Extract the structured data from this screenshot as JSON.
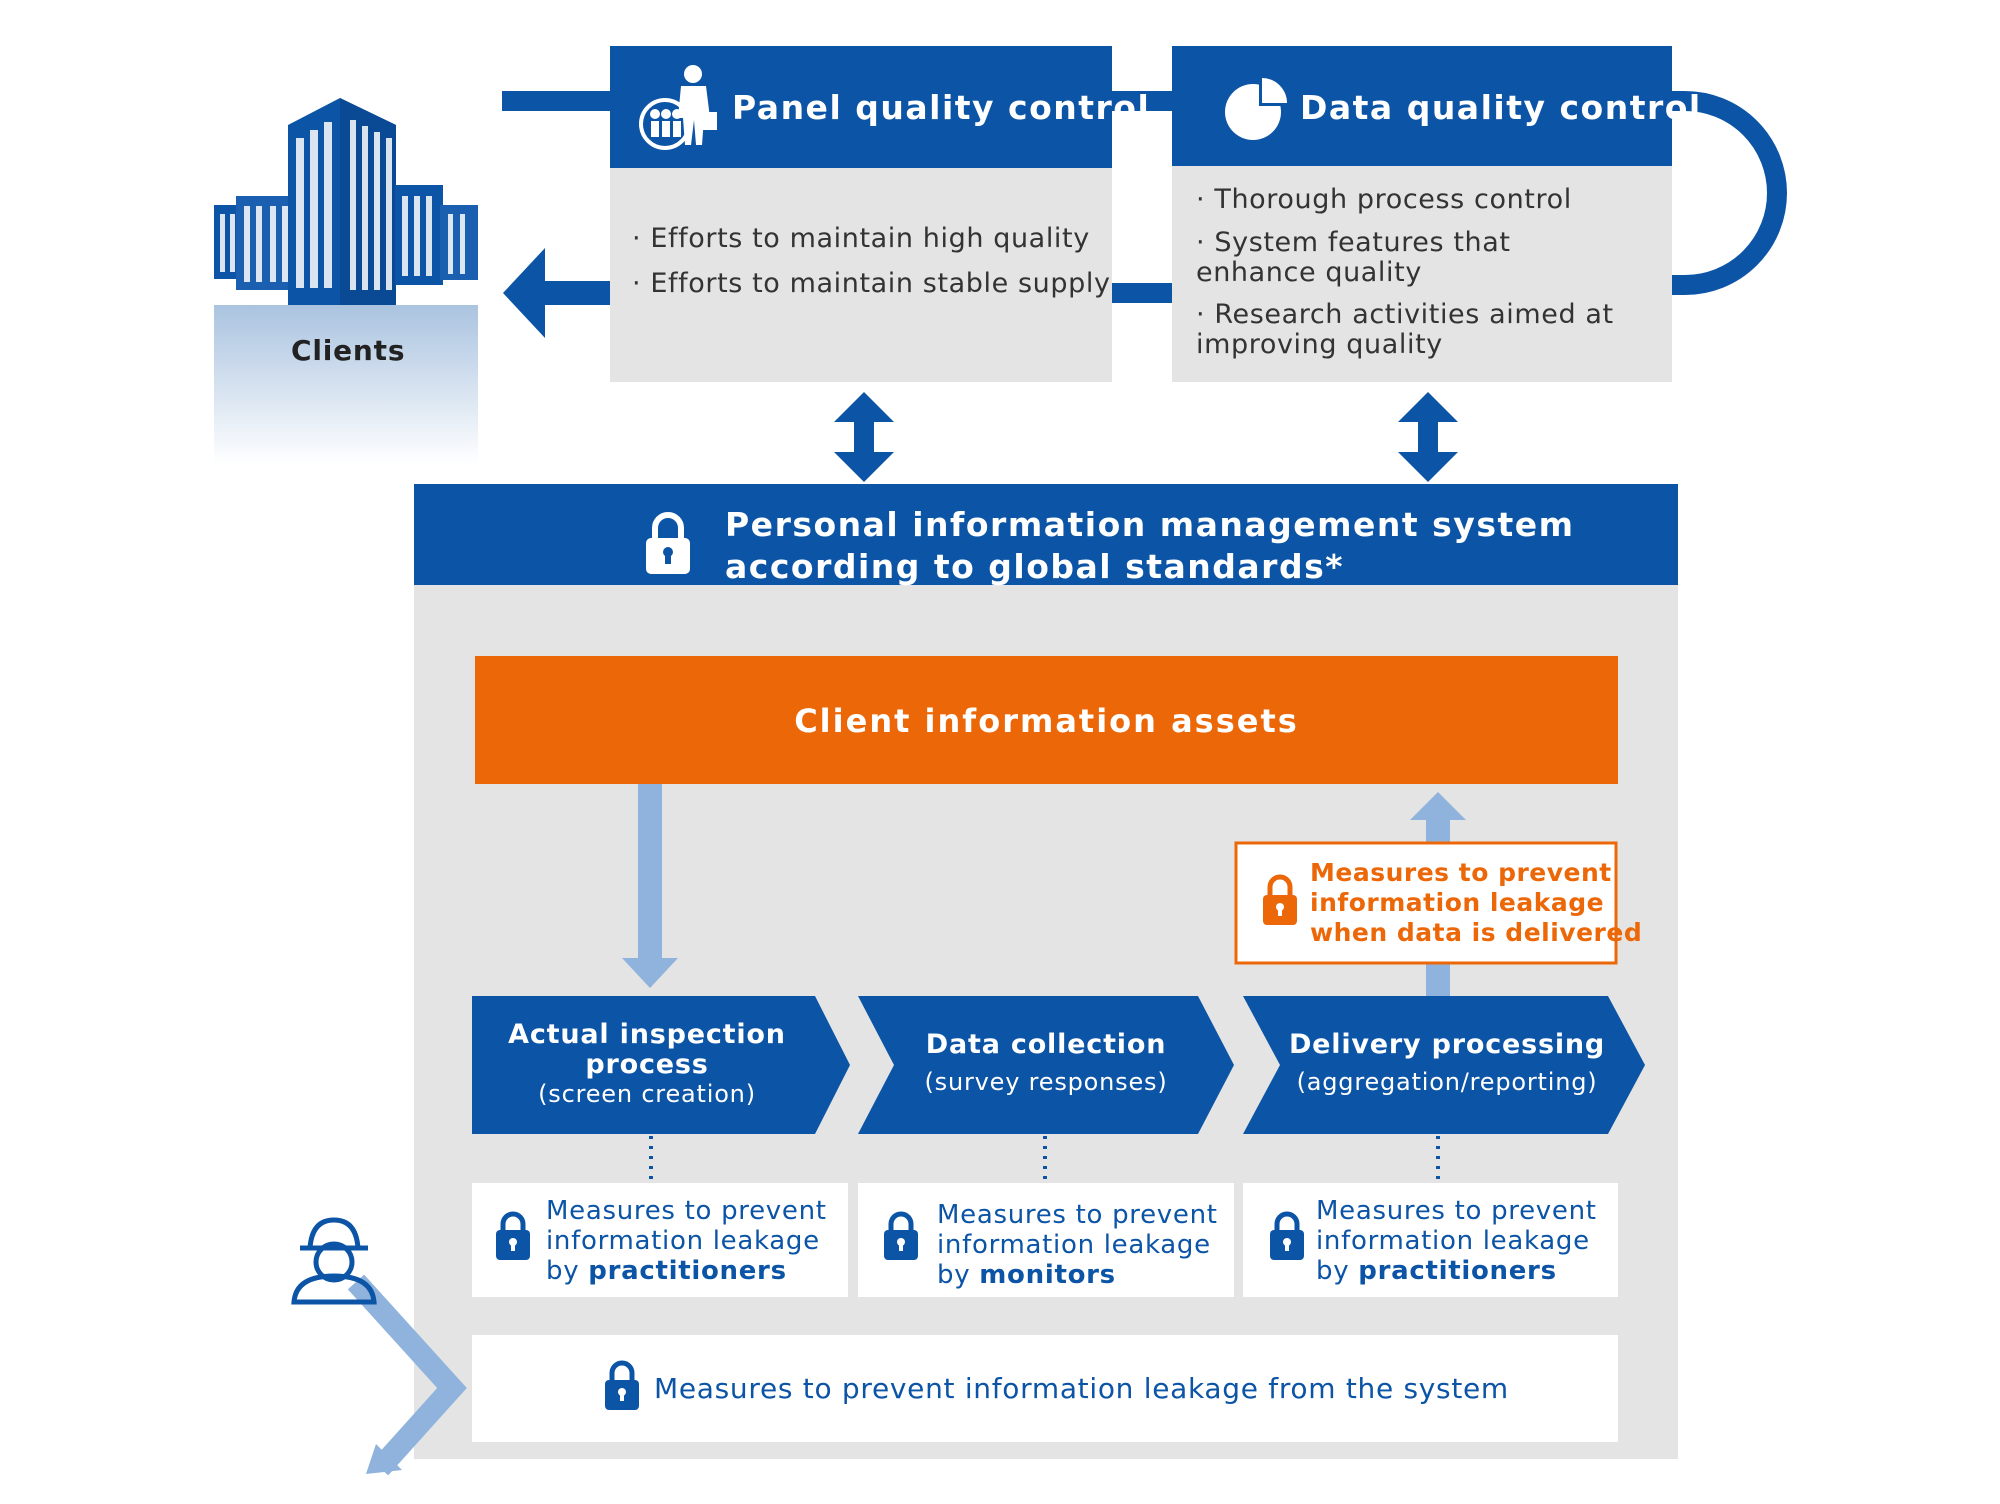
{
  "clients": {
    "label": "Clients",
    "icon": "office-building-icon"
  },
  "panel_quality": {
    "title": "Panel quality control",
    "icon": "people-presenter-icon",
    "bullets": [
      "Efforts to maintain high quality",
      "Efforts to maintain stable supply"
    ]
  },
  "data_quality": {
    "title": "Data quality control",
    "icon": "pie-chart-icon",
    "bullets": [
      "Thorough process control",
      "System features that enhance quality",
      "Research activities aimed at improving quality"
    ]
  },
  "pims": {
    "line1": "Personal information management system",
    "line2": "according to global standards*",
    "icon": "padlock-icon"
  },
  "assets": {
    "label": "Client information assets"
  },
  "delivery_measure": {
    "line1": "Measures to prevent",
    "line2": "information leakage",
    "line3": "when data is delivered"
  },
  "steps": [
    {
      "title1": "Actual inspection",
      "title2": "process",
      "sub": "(screen creation)"
    },
    {
      "title1": "Data collection",
      "sub": "(survey responses)"
    },
    {
      "title1": "Delivery processing",
      "sub": "(aggregation/reporting)"
    }
  ],
  "measures": [
    {
      "line1": "Measures to prevent",
      "line2": "information leakage",
      "prefix": "by",
      "bold": "practitioners"
    },
    {
      "line1": "Measures to prevent",
      "line2": "information leakage",
      "prefix": "by",
      "bold": "monitors"
    },
    {
      "line1": "Measures to prevent",
      "line2": "information leakage",
      "prefix": "by",
      "bold": "practitioners"
    }
  ],
  "system_measure": {
    "label": "Measures to prevent information leakage from the system"
  },
  "hacker": {
    "icon": "hacker-icon"
  },
  "colors": {
    "primary_blue": "#0c54a6",
    "light_blue": "#8fb3dc",
    "orange": "#ec6708",
    "gray_panel": "#e4e4e4"
  }
}
